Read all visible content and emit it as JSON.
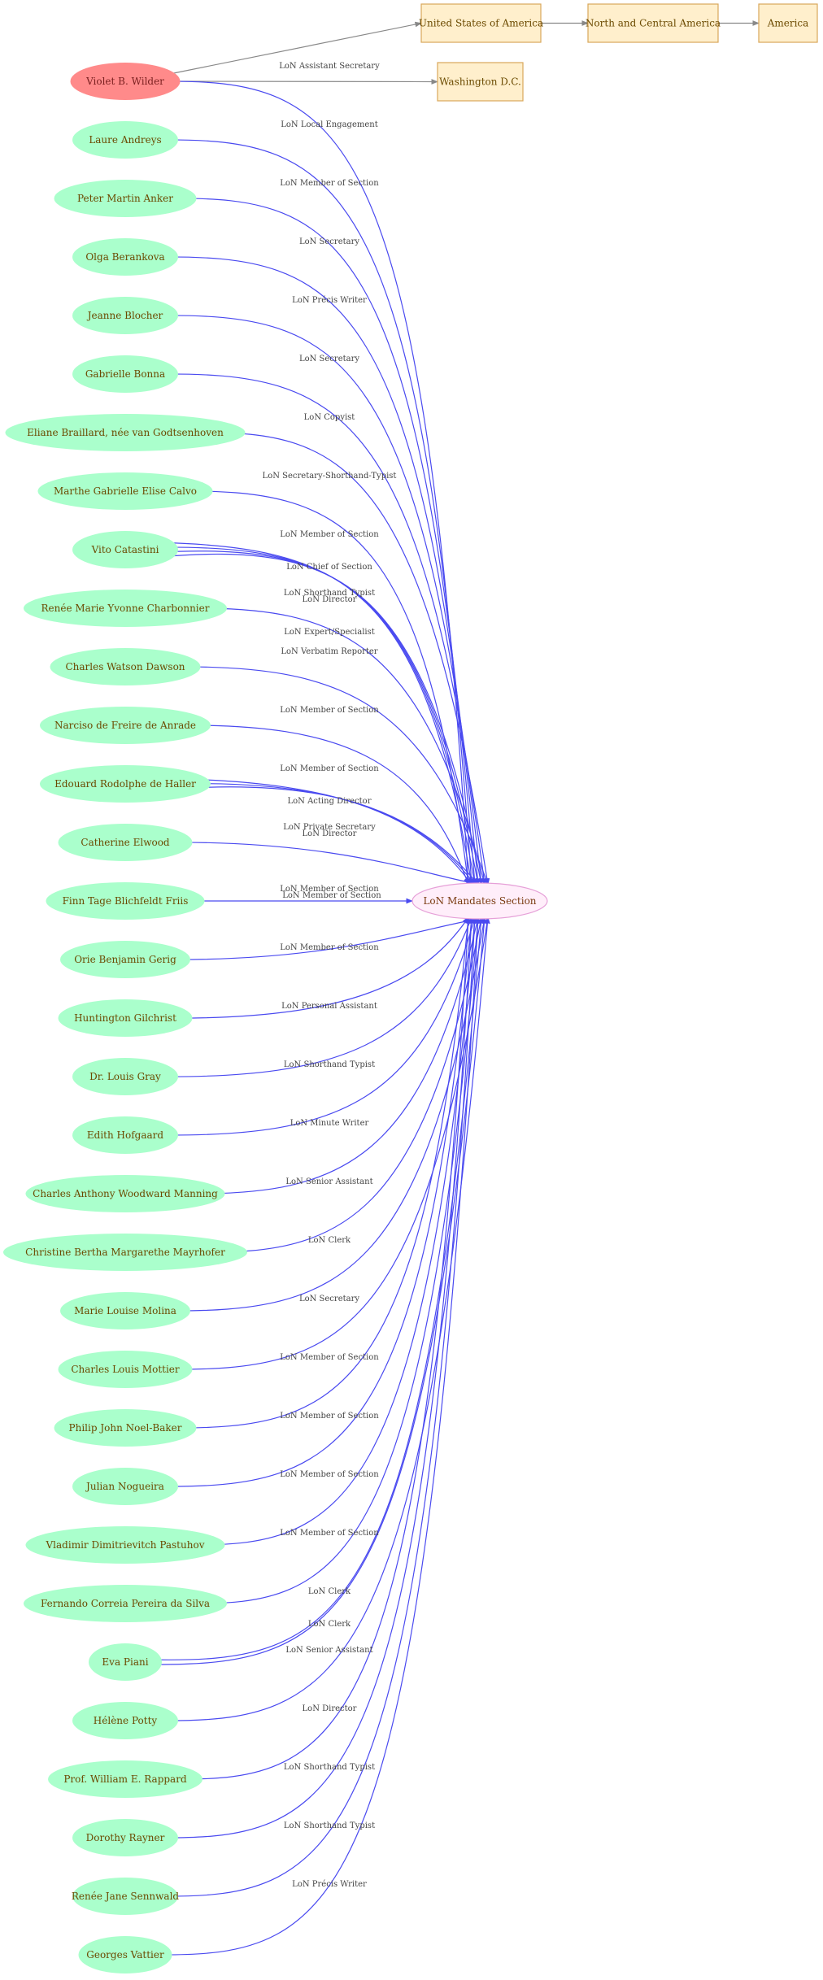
{
  "colors": {
    "person_fill": "#aaffcc",
    "person_text": "#6b4a00",
    "highlight_fill": "#ff8a8a",
    "highlight_text": "#7a1f1f",
    "place_fill": "#ffefcc",
    "place_stroke": "#d9a75a",
    "place_text": "#6b4a00",
    "org_fill": "#ffeefa",
    "org_stroke": "#e6a0d8",
    "org_text": "#7a3a10",
    "edge_blue": "#4a4af0",
    "edge_gray": "#888888"
  },
  "places": [
    {
      "id": "usa",
      "label": "United States of America"
    },
    {
      "id": "nca",
      "label": "North and Central America"
    },
    {
      "id": "america",
      "label": "America"
    },
    {
      "id": "dc",
      "label": "Washington D.C."
    }
  ],
  "organization": {
    "id": "mandates",
    "label": "LoN Mandates Section"
  },
  "people": [
    {
      "id": "p0",
      "label": "Violet B.   Wilder",
      "highlight": true
    },
    {
      "id": "p1",
      "label": "Laure Andreys"
    },
    {
      "id": "p2",
      "label": "Peter Martin Anker"
    },
    {
      "id": "p3",
      "label": "Olga Berankova"
    },
    {
      "id": "p4",
      "label": "Jeanne Blocher"
    },
    {
      "id": "p5",
      "label": "Gabrielle Bonna"
    },
    {
      "id": "p6",
      "label": "Eliane Braillard, née van Godtsenhoven"
    },
    {
      "id": "p7",
      "label": "Marthe Gabrielle Elise Calvo"
    },
    {
      "id": "p8",
      "label": "Vito Catastini"
    },
    {
      "id": "p9",
      "label": "Renée Marie Yvonne Charbonnier"
    },
    {
      "id": "p10",
      "label": "Charles Watson Dawson"
    },
    {
      "id": "p11",
      "label": "Narciso de Freire de Anrade"
    },
    {
      "id": "p12",
      "label": "Edouard Rodolphe de Haller"
    },
    {
      "id": "p13",
      "label": "Catherine Elwood"
    },
    {
      "id": "p14",
      "label": "Finn Tage Blichfeldt Friis"
    },
    {
      "id": "p15",
      "label": "Orie Benjamin Gerig"
    },
    {
      "id": "p16",
      "label": "Huntington Gilchrist"
    },
    {
      "id": "p17",
      "label": "Dr. Louis Gray"
    },
    {
      "id": "p18",
      "label": "Edith Hofgaard"
    },
    {
      "id": "p19",
      "label": "Charles Anthony Woodward Manning"
    },
    {
      "id": "p20",
      "label": "Christine Bertha Margarethe Mayrhofer"
    },
    {
      "id": "p21",
      "label": "Marie Louise Molina"
    },
    {
      "id": "p22",
      "label": "Charles Louis Mottier"
    },
    {
      "id": "p23",
      "label": "Philip John Noel-Baker"
    },
    {
      "id": "p24",
      "label": "Julian Nogueira"
    },
    {
      "id": "p25",
      "label": "Vladimir Dimitrievitch Pastuhov"
    },
    {
      "id": "p26",
      "label": "Fernando Correia Pereira da Silva"
    },
    {
      "id": "p27",
      "label": "Eva Piani"
    },
    {
      "id": "p28",
      "label": "Hélène Potty"
    },
    {
      "id": "p29",
      "label": "Prof. William E. Rappard"
    },
    {
      "id": "p30",
      "label": "Dorothy Rayner"
    },
    {
      "id": "p31",
      "label": "Renée Jane Sennwald"
    },
    {
      "id": "p32",
      "label": "Georges  Vattier"
    }
  ],
  "place_edges": [
    {
      "from": "p0",
      "to": "usa"
    },
    {
      "from": "p0",
      "to": "dc"
    },
    {
      "from": "usa",
      "to": "nca"
    },
    {
      "from": "nca",
      "to": "america"
    }
  ],
  "role_edges": [
    {
      "from": "p0",
      "label": "LoN Assistant Secretary"
    },
    {
      "from": "p1",
      "label": "LoN Local Engagement"
    },
    {
      "from": "p2",
      "label": "LoN Member of Section"
    },
    {
      "from": "p3",
      "label": "LoN Secretary"
    },
    {
      "from": "p4",
      "label": "LoN Précis Writer"
    },
    {
      "from": "p5",
      "label": "LoN Secretary"
    },
    {
      "from": "p6",
      "label": "LoN Copyist"
    },
    {
      "from": "p7",
      "label": "LoN Secretary-Shorthand-Typist"
    },
    {
      "from": "p8",
      "label": "LoN Member of Section"
    },
    {
      "from": "p8",
      "label": "LoN Chief of Section"
    },
    {
      "from": "p8",
      "label": "LoN Director"
    },
    {
      "from": "p8",
      "label": "LoN Expert/Specialist"
    },
    {
      "from": "p9",
      "label": "LoN Shorthand Typist"
    },
    {
      "from": "p10",
      "label": "LoN Verbatim Reporter"
    },
    {
      "from": "p11",
      "label": "LoN Member of Section"
    },
    {
      "from": "p12",
      "label": "LoN Member of Section"
    },
    {
      "from": "p12",
      "label": "LoN Acting Director"
    },
    {
      "from": "p12",
      "label": "LoN Director"
    },
    {
      "from": "p13",
      "label": "LoN Private Secretary"
    },
    {
      "from": "p14",
      "label": "LoN Member of Section"
    },
    {
      "from": "p15",
      "label": "LoN Member of Section"
    },
    {
      "from": "p16",
      "label": "LoN Member of Section"
    },
    {
      "from": "p17",
      "label": "LoN Personal Assistant"
    },
    {
      "from": "p18",
      "label": "LoN Shorthand Typist"
    },
    {
      "from": "p19",
      "label": "LoN Minute Writer"
    },
    {
      "from": "p20",
      "label": "LoN Senior Assistant"
    },
    {
      "from": "p21",
      "label": "LoN Clerk"
    },
    {
      "from": "p22",
      "label": "LoN Secretary"
    },
    {
      "from": "p23",
      "label": "LoN Member of Section"
    },
    {
      "from": "p24",
      "label": "LoN Member of Section"
    },
    {
      "from": "p25",
      "label": "LoN Member of Section"
    },
    {
      "from": "p26",
      "label": "LoN Member of Section"
    },
    {
      "from": "p27",
      "label": "LoN Clerk"
    },
    {
      "from": "p27",
      "label": "LoN Clerk"
    },
    {
      "from": "p28",
      "label": "LoN Senior Assistant"
    },
    {
      "from": "p29",
      "label": "LoN Director"
    },
    {
      "from": "p30",
      "label": "LoN Shorthand Typist"
    },
    {
      "from": "p31",
      "label": "LoN Shorthand Typist"
    },
    {
      "from": "p32",
      "label": "LoN Précis Writer"
    }
  ]
}
